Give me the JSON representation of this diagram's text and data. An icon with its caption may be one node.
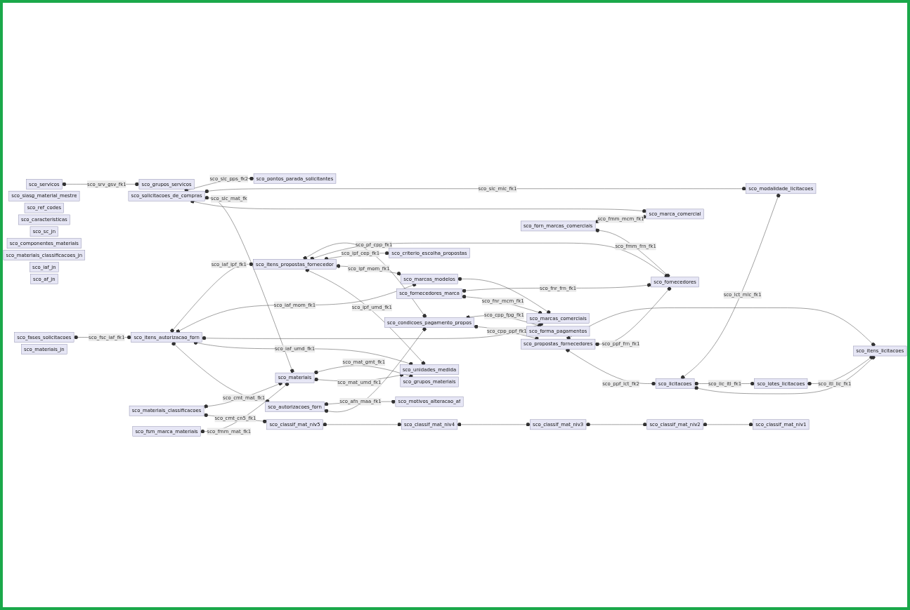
{
  "diagram": {
    "nodes": [
      {
        "text": [
          "sco_servicos"
        ]
      },
      {
        "text": [
          "sco_grupos_servicos"
        ]
      },
      {
        "text": [
          "sco_itens_licitacoes"
        ]
      },
      {
        "text": [
          "sco_siasg_material_mestre"
        ]
      },
      {
        "text": [
          "sco_ref_codes"
        ]
      },
      {
        "text": [
          "sco_forma_pagamentos"
        ]
      },
      {
        "text": [
          "sco_motivos_alteracao_af"
        ]
      },
      {
        "text": [
          "sco_caracteristicas"
        ]
      },
      {
        "text": [
          "sco_sc_jn"
        ]
      },
      {
        "text": [
          "sco_modalidade_licitacoes"
        ]
      },
      {
        "text": [
          "sco_pontos_parada_solicitantes"
        ]
      },
      {
        "text": [
          "sco_componentes_materiais"
        ]
      },
      {
        "text": [
          "sco_materiais_classificacoes_jn"
        ]
      },
      {
        "text": [
          "sco_propostas_fornecedores"
        ]
      },
      {
        "text": [
          "sco_condicoes_pagamento_propos"
        ]
      },
      {
        "text": [
          "sco_autorizacoes_forn"
        ]
      },
      {
        "text": [
          "sco_iaf_jn"
        ]
      },
      {
        "text": [
          "sco_lotes_licitacoes"
        ]
      },
      {
        "text": [
          "sco_af_jn"
        ]
      },
      {
        "text": [
          "sco_materiais"
        ]
      },
      {
        "text": [
          "sco_solicitacoes_de_compras"
        ]
      },
      {
        "text": [
          "sco_licitacoes"
        ]
      },
      {
        "text": [
          "sco_fornecedores"
        ]
      },
      {
        "text": [
          "sco_itens_propostas_fornecedor"
        ]
      },
      {
        "text": [
          "sco_fases_solicitacoes"
        ]
      },
      {
        "text": [
          "sco_marcas_modelos"
        ]
      },
      {
        "text": [
          "sco_criterio_escolha_propostas"
        ]
      },
      {
        "text": [
          "sco_marca_comercial"
        ]
      },
      {
        "text": [
          "sco_unidades_medida"
        ]
      },
      {
        "text": [
          "sco_itens_autorizacao_forn"
        ]
      },
      {
        "text": [
          "sco_materiais_jn"
        ]
      },
      {
        "text": [
          "sco_materiais_classificacoes"
        ]
      },
      {
        "text": [
          "sco_fsm_marca_materiais"
        ]
      },
      {
        "text": [
          "sco_forn_marcas_comerciais"
        ]
      },
      {
        "text": [
          "sco_fornecedores_marca"
        ]
      },
      {
        "text": [
          "sco_marcas_comerciais"
        ]
      },
      {
        "text": [
          "sco_grupos_materiais"
        ]
      },
      {
        "text": [
          "sco_classif_mat_niv5"
        ]
      },
      {
        "text": [
          "sco_classif_mat_niv4"
        ]
      },
      {
        "text": [
          "sco_classif_mat_niv3"
        ]
      },
      {
        "text": [
          "sco_classif_mat_niv2"
        ]
      },
      {
        "text": [
          "sco_classif_mat_niv1"
        ]
      }
    ],
    "edges": [
      {
        "from": 0,
        "to": 1,
        "arrow": "other",
        "label": "sco_srv_gsv_fk1"
      },
      {
        "from": 20,
        "to": 10,
        "arrow": "other",
        "label": "sco_slc_pps_fk2"
      },
      {
        "from": 20,
        "to": 9,
        "arrow": "other",
        "label": "sco_slc_mlc_fk1"
      },
      {
        "from": 21,
        "to": 9,
        "arrow": "other",
        "label": "sco_lct_mlc_fk1"
      },
      {
        "from": 17,
        "to": 2,
        "arrow": "other",
        "label": "sco_itl_lic_fk1"
      },
      {
        "from": 21,
        "to": 17,
        "arrow": "other",
        "label": "sco_lic_itl_fk1"
      },
      {
        "from": 21,
        "to": 2,
        "arrow": "other"
      },
      {
        "from": 13,
        "to": 2,
        "arrow": "other"
      },
      {
        "from": 13,
        "to": 22,
        "arrow": "other",
        "label": "sco_ppf_frn_fk1"
      },
      {
        "from": 13,
        "to": 21,
        "arrow": "other",
        "label": "sco_ppf_lct_fk2"
      },
      {
        "from": 14,
        "to": 5,
        "arrow": "other",
        "label": "sco_cpp_fpg_fk1"
      },
      {
        "from": 14,
        "to": 13,
        "arrow": "other",
        "label": "sco_cpp_ppf_fk1"
      },
      {
        "from": 23,
        "to": 14,
        "arrow": "other",
        "label": "sco_pf_cpp_fk1"
      },
      {
        "from": 23,
        "to": 22,
        "arrow": "other"
      },
      {
        "from": 15,
        "to": 6,
        "arrow": "other",
        "label": "sco_afn_maa_fk1"
      },
      {
        "from": 15,
        "to": 14,
        "arrow": "other"
      },
      {
        "from": 20,
        "to": 19,
        "arrow": "other",
        "label": "sco_slc_mat_fk"
      },
      {
        "from": 20,
        "to": 27,
        "arrow": "other"
      },
      {
        "from": 31,
        "to": 19,
        "arrow": "other",
        "label": "sco_cmt_mat_fk1"
      },
      {
        "from": 31,
        "to": 37,
        "arrow": "other",
        "label": "sco_cmt_cn5_fk1"
      },
      {
        "from": 37,
        "to": 38,
        "arrow": "other"
      },
      {
        "from": 38,
        "to": 39,
        "arrow": "other"
      },
      {
        "from": 39,
        "to": 40,
        "arrow": "other"
      },
      {
        "from": 40,
        "to": 41,
        "arrow": "other"
      },
      {
        "from": 32,
        "to": 19,
        "arrow": "other",
        "label": "sco_fmm_mat_fk1"
      },
      {
        "from": 33,
        "to": 27,
        "arrow": "other",
        "label": "sco_fmm_mcm_fk1"
      },
      {
        "from": 33,
        "to": 22,
        "arrow": "other",
        "label": "sco_fmm_frn_fk1"
      },
      {
        "from": 34,
        "to": 22,
        "arrow": "other",
        "label": "sco_fnr_frn_fk1"
      },
      {
        "from": 34,
        "to": 35,
        "arrow": "other",
        "label": "sco_fnr_mcm_fk1"
      },
      {
        "from": 23,
        "to": 26,
        "arrow": "other",
        "label": "sco_ipf_cep_fk1"
      },
      {
        "from": 23,
        "to": 25,
        "arrow": "other",
        "label": "sco_ipf_mom_fk1"
      },
      {
        "from": 23,
        "to": 28,
        "arrow": "other",
        "label": "sco_ipf_umd_fk1"
      },
      {
        "from": 29,
        "to": 23,
        "arrow": "other",
        "label": "sco_iaf_ipf_fk1"
      },
      {
        "from": 29,
        "to": 25,
        "arrow": "other",
        "label": "sco_iaf_mom_fk1"
      },
      {
        "from": 24,
        "to": 29,
        "arrow": "other",
        "label": "sco_fsc_iaf_fk1"
      },
      {
        "from": 25,
        "to": 35,
        "arrow": "other"
      },
      {
        "from": 29,
        "to": 35,
        "arrow": "other"
      },
      {
        "from": 29,
        "to": 28,
        "arrow": "other",
        "label": "sco_iaf_umd_fk1"
      },
      {
        "from": 29,
        "to": 15,
        "arrow": "other"
      },
      {
        "from": 19,
        "to": 36,
        "arrow": "other",
        "label": "sco_mat_gmt_fk1"
      },
      {
        "from": 19,
        "to": 28,
        "arrow": "other",
        "label": "sco_mat_umd_fk1"
      }
    ]
  }
}
